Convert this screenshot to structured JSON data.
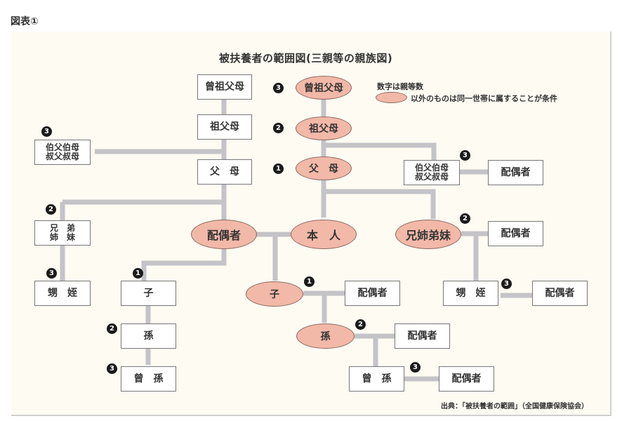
{
  "figure_label": "図表①",
  "title": "被扶養者の範囲図(三親等の親族図)",
  "legend": {
    "line1": "数字は親等数",
    "line2": "以外のものは同一世帯に属することが条件",
    "ellipse_color": "#f2b8a8"
  },
  "source": "出典：「被扶養者の範囲」（全国健康保険協会）",
  "colors": {
    "line": "#c3c3c8",
    "ellipse_fill": "#f2b8a8",
    "panel_bg": "#fefbf2"
  },
  "nodes": {
    "spouse_great_grandparents": "曾祖父母",
    "spouse_grandparents": "祖父母",
    "spouse_uncle_aunt": "伯父伯母\n叔父叔母",
    "spouse_parents": "父　母",
    "spouse_siblings": "兄　弟\n姉　妹",
    "spouse_nephew_niece": "甥　姪",
    "stepchild": "子",
    "step_grandchild": "孫",
    "step_great_grandchild": "曾　孫",
    "great_grandparents": "曾祖父母",
    "grandparents": "祖父母",
    "parents": "父　母",
    "spouse": "配偶者",
    "self": "本　人",
    "siblings": "兄姉弟妹",
    "uncle_aunt": "伯父伯母\n叔父叔母",
    "uncle_aunt_spouse": "配偶者",
    "siblings_spouse": "配偶者",
    "nephew_niece": "甥　姪",
    "nephew_niece_spouse": "配偶者",
    "child": "子",
    "child_spouse": "配偶者",
    "grandchild": "孫",
    "grandchild_spouse": "配偶者",
    "great_grandchild": "曾　孫",
    "great_grandchild_spouse": "配偶者"
  },
  "degrees": {
    "great_grandparents": "3",
    "grandparents": "2",
    "parents": "1",
    "spouse_uncle_aunt": "3",
    "spouse_siblings": "2",
    "spouse_nephew_niece": "3",
    "stepchild": "1",
    "step_grandchild": "2",
    "step_great_grandchild": "3",
    "uncle_aunt": "3",
    "siblings": "2",
    "nephew_niece": "3",
    "child": "1",
    "grandchild": "2",
    "great_grandchild": "3"
  }
}
